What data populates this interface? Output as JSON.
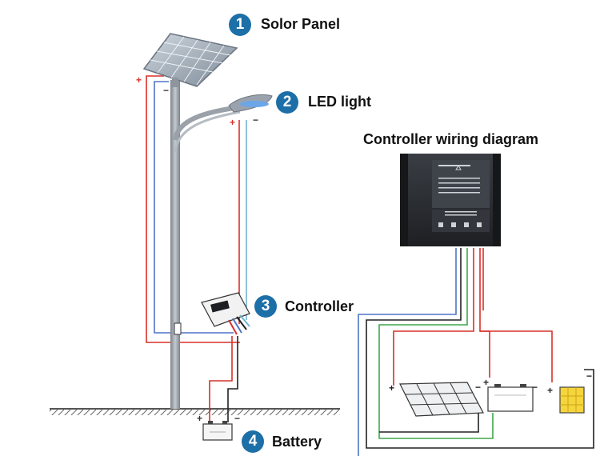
{
  "callouts": [
    {
      "number": "1",
      "label": "Solor Panel"
    },
    {
      "number": "2",
      "label": "LED light"
    },
    {
      "number": "3",
      "label": "Controller"
    },
    {
      "number": "4",
      "label": "Battery"
    }
  ],
  "wiring_title": "Controller wiring diagram",
  "polarity": {
    "plus": "+",
    "minus": "−"
  },
  "colors": {
    "badge": "#1d6fa8",
    "wire_red": "#d9302a",
    "wire_blue": "#4f74c8",
    "wire_green": "#3ea84a",
    "wire_black": "#222222",
    "wire_cyan": "#6fb3cf",
    "pole": "#9aa1a8",
    "controller_body": "#2b2e33"
  },
  "icons": [
    "solar-panel-icon",
    "led-streetlight-icon",
    "controller-icon",
    "battery-icon",
    "lamp-icon"
  ]
}
